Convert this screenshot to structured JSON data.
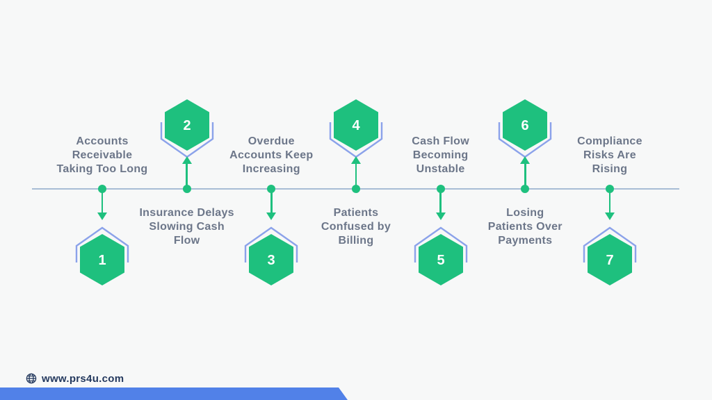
{
  "colors": {
    "background": "#f7f8f8",
    "accent_green": "#1ec07e",
    "chevron_blue": "#8ba2ea",
    "line_color": "#a7bdd5",
    "label_color": "#6c7689",
    "website_color": "#24395e",
    "bar_color": "#5181e8"
  },
  "timeline": {
    "items": [
      {
        "number": "1",
        "label": "Accounts\nReceivable\nTaking Too Long",
        "hexagon_position": "below"
      },
      {
        "number": "2",
        "label": "Insurance Delays\nSlowing Cash\nFlow",
        "hexagon_position": "above"
      },
      {
        "number": "3",
        "label": "Overdue\nAccounts Keep\nIncreasing",
        "hexagon_position": "below"
      },
      {
        "number": "4",
        "label": "Patients\nConfused by\nBilling",
        "hexagon_position": "above"
      },
      {
        "number": "5",
        "label": "Cash Flow\nBecoming\nUnstable",
        "hexagon_position": "below"
      },
      {
        "number": "6",
        "label": "Losing\nPatients Over\nPayments",
        "hexagon_position": "above"
      },
      {
        "number": "7",
        "label": "Compliance\nRisks Are\nRising",
        "hexagon_position": "below"
      }
    ]
  },
  "footer": {
    "website": "www.prs4u.com",
    "globe_icon": "globe-icon"
  }
}
